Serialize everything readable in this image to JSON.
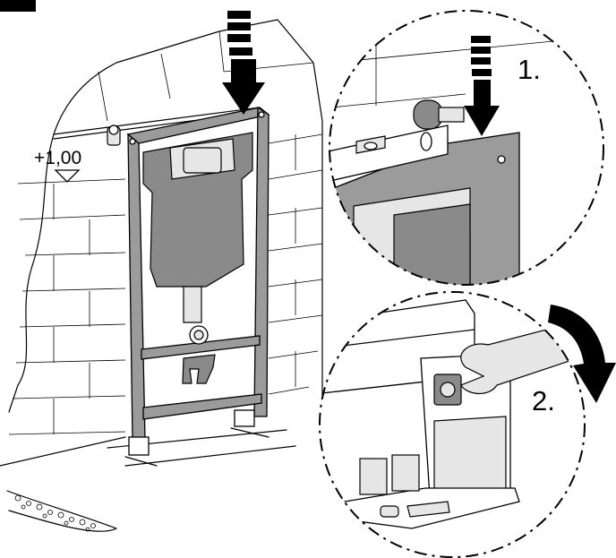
{
  "level_mark": "+1,00",
  "step1_label": "1.",
  "step2_label": "2.",
  "colors": {
    "frame": "#9b9b9b",
    "cistern": "#8a8a8a",
    "ink": "#000000"
  },
  "icons": [
    "push-down-arrow-icon",
    "turn-arrow-icon",
    "spirit-level-icon",
    "wrench-icon"
  ]
}
